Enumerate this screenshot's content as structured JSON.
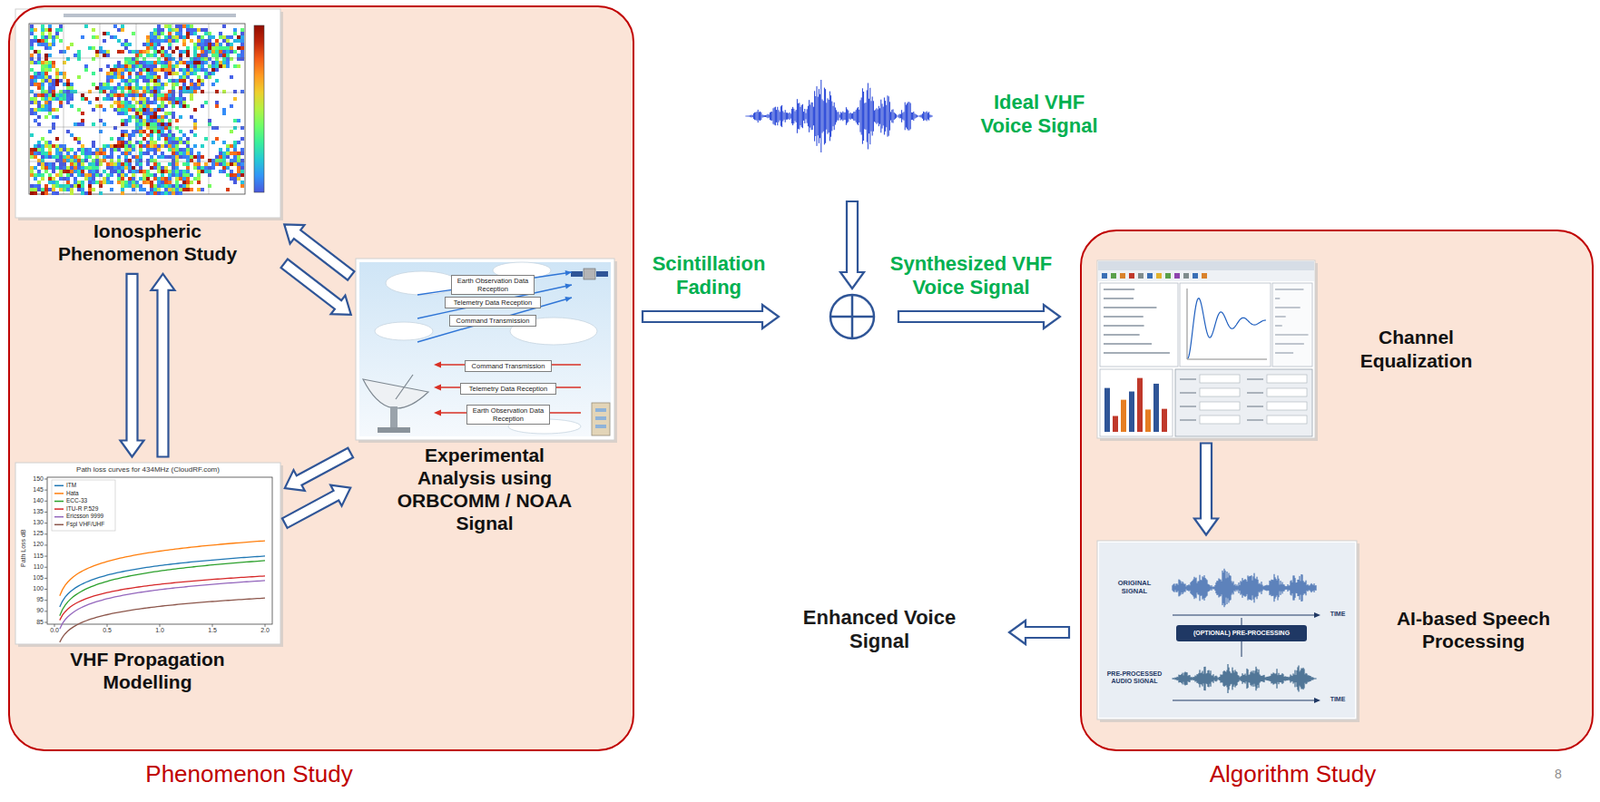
{
  "diagram": {
    "nodes": [
      {
        "text": [
          "Phenomenon Study"
        ]
      },
      {
        "text": [
          "Ionospheric Phenomenon Study"
        ],
        "in": 0
      },
      {
        "text": [
          "Experimental Analysis using ORBCOMM / NOAA Signal"
        ],
        "in": 0
      },
      {
        "text": [
          "VHF Propagation Modelling"
        ],
        "in": 0
      },
      {
        "text": [
          "Algorithm Study"
        ]
      },
      {
        "text": [
          "Channel Equalization"
        ],
        "in": 4
      },
      {
        "text": [
          "AI-based Speech Processing"
        ],
        "in": 4
      }
    ],
    "edges": [
      {
        "from": 1,
        "to": 2,
        "arrow": "to"
      },
      {
        "from": 2,
        "to": 1,
        "arrow": "to"
      },
      {
        "from": 1,
        "to": 3,
        "arrow": "to"
      },
      {
        "from": 3,
        "to": 1,
        "arrow": "to"
      },
      {
        "from": 2,
        "to": 3,
        "arrow": "to"
      },
      {
        "from": 3,
        "to": 2,
        "arrow": "to"
      },
      {
        "from": 5,
        "to": 6,
        "arrow": "to"
      }
    ],
    "labels": [
      "Ideal VHF Voice Signal",
      "Scintillation Fading",
      "Synthesized VHF Voice Signal",
      "Earth Observation Data Reception",
      "Telemetry Data Reception",
      "Command Transmission",
      "Command Transmission",
      "Telemetry Data Reception",
      "Earth Observation Data Reception",
      "Path loss curves for 434MHz (CloudRF.com)",
      "Path Loss dB",
      "150",
      "145",
      "140",
      "135",
      "130",
      "125",
      "120",
      "115",
      "110",
      "105",
      "100",
      "95",
      "90",
      "85",
      "0.0",
      "0.5",
      "1.0",
      "1.5",
      "2.0",
      "ORIGINAL SIGNAL",
      "TIME",
      "(OPTIONAL) PRE-PROCESSING",
      "PRE-PROCESSED AUDIO SIGNAL",
      "TIME",
      "Enhanced Voice Signal",
      "8"
    ],
    "legend": [
      {
        "text": "ITM"
      },
      {
        "text": "Hata"
      },
      {
        "text": "ECC-33"
      },
      {
        "text": "ITU-R P.529"
      },
      {
        "text": "Ericsson 9999"
      },
      {
        "text": "Fspl VHF/UHF"
      }
    ]
  }
}
